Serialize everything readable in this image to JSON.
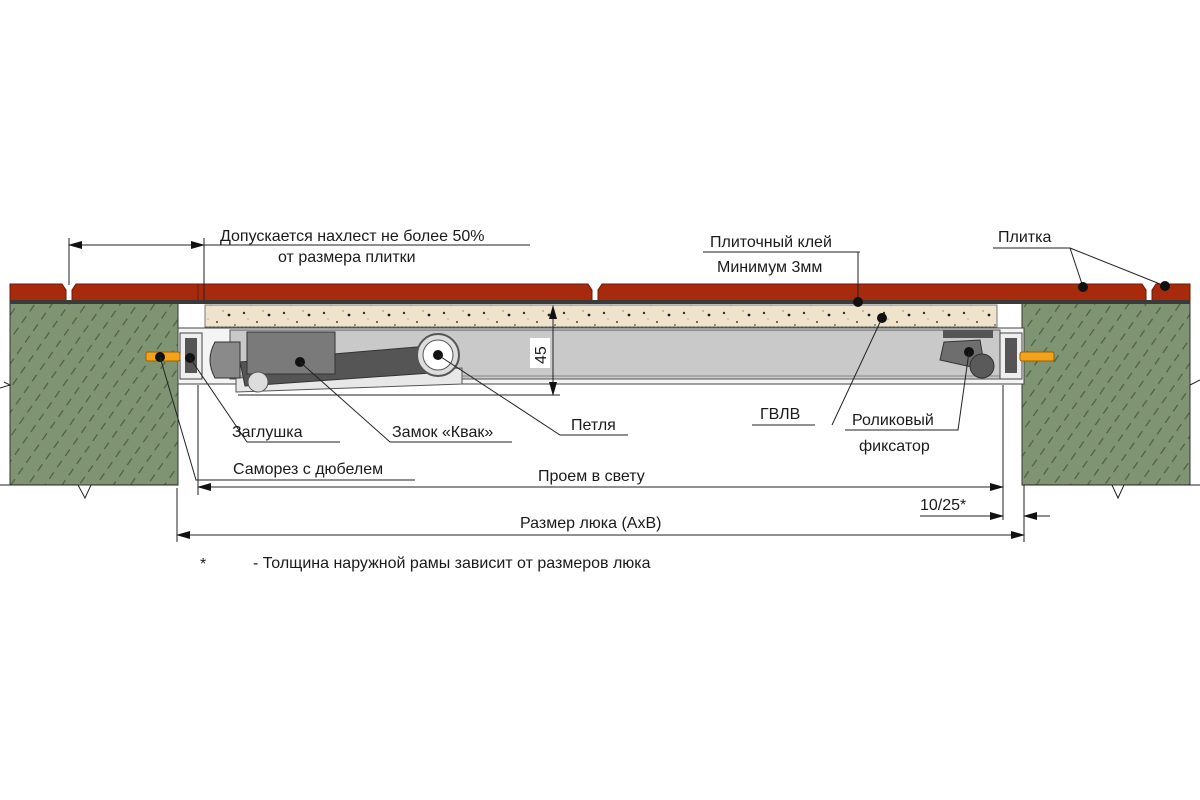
{
  "diagram": {
    "title": "Монтаж люка под плитку — разрез",
    "colors": {
      "tile": "#a82a0c",
      "tile_shadow": "#3a3a3a",
      "wall": "#7f9472",
      "wall_hatch": "#4d5e43",
      "adhesive": "#efe3cc",
      "gvlv": "#c9c9c9",
      "lock": "#7a7a7a",
      "dowel": "#f3a21b",
      "line": "#222222"
    },
    "labels": {
      "overlap_line1": "Допускается нахлест не более 50%",
      "overlap_line2": "от размера плитки",
      "adhesive_line1": "Плиточный клей",
      "adhesive_line2": "Минимум 3мм",
      "tile": "Плитка",
      "plug": "Заглушка",
      "lock": "Замок «Квак»",
      "hinge": "Петля",
      "gvlv": "ГВЛВ",
      "roller_line1": "Роликовый",
      "roller_line2": "фиксатор",
      "screw": "Саморез с дюбелем",
      "opening": "Проем в свету",
      "hatch_size": "Размер люка (AxB)",
      "frame_gap": "10/25*",
      "thickness": "45"
    },
    "footnote": {
      "marker": "*",
      "text": "- Толщина наружной рамы  зависит от размеров люка"
    }
  }
}
